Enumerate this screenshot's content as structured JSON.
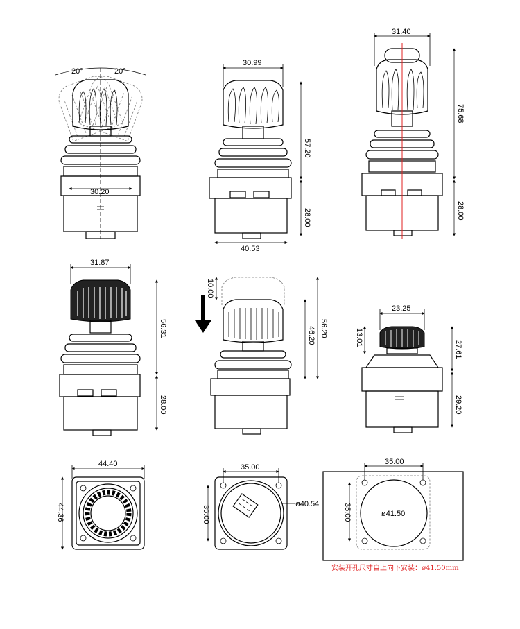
{
  "dimensions": {
    "tilt_left": "20°",
    "tilt_right": "20°",
    "v1_base_width": "30.20",
    "v2_knob_width": "30.99",
    "v2_overall_height": "57.20",
    "v2_base_height": "28.00",
    "v2_bottom_width": "40.53",
    "v3_knob_width": "31.40",
    "v3_overall_height": "75.68",
    "v3_base_height": "28.00",
    "v4_knob_width": "31.87",
    "v4_overall_height": "56.31",
    "v4_base_height": "28.00",
    "v5_press_travel": "10.00",
    "v5_height_pressed": "46.20",
    "v5_height": "56.20",
    "v6_knob_width": "23.25",
    "v6_knob_height": "13.01",
    "v6_overall_height": "27.61",
    "v6_base_height": "29.20",
    "bottom_width": "44.40",
    "bottom_height": "44.36",
    "flange_width": "35.00",
    "flange_height": "35.00",
    "flange_diameter": "ø40.54",
    "cutout_width": "35.00",
    "cutout_height": "35.00",
    "cutout_diameter": "ø41.50"
  },
  "note": "安装开孔尺寸自上向下安装：ø41.50mm",
  "colors": {
    "line": "#000000",
    "note": "#e02020",
    "centerline": "#e02020"
  }
}
